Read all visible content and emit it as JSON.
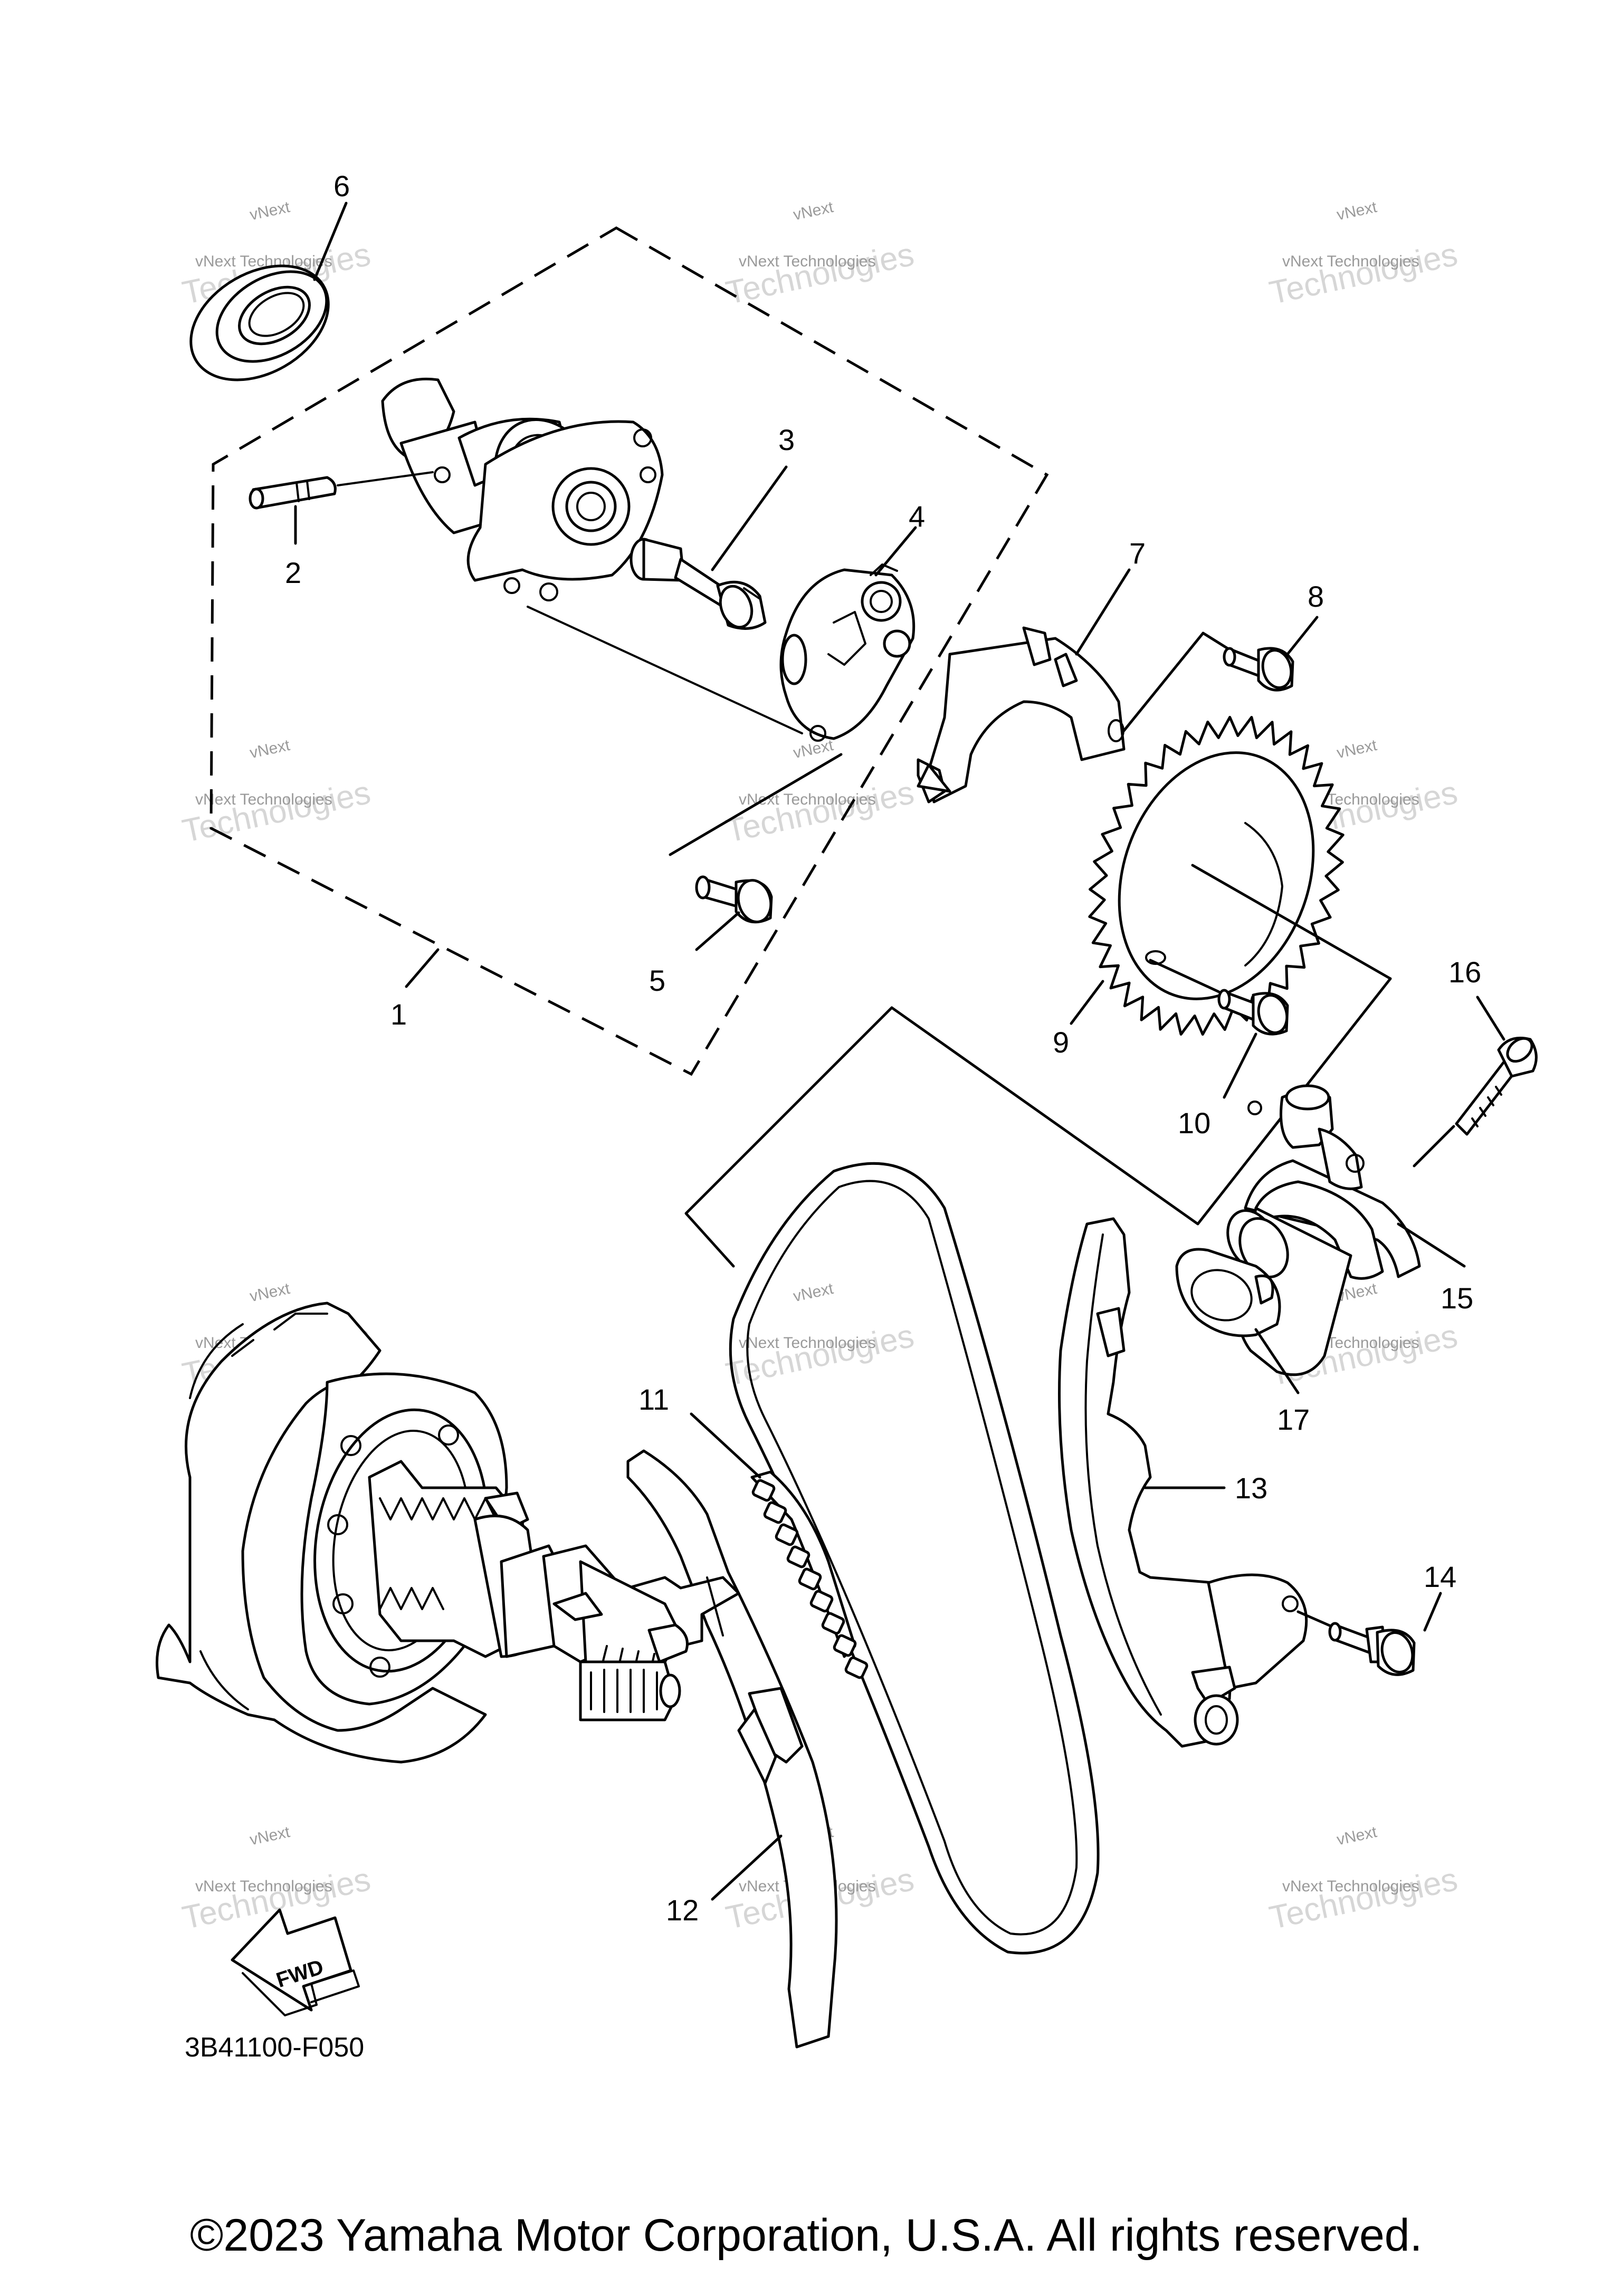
{
  "diagram": {
    "diagram_code": "3B41100-F050",
    "fwd_label": "FWD",
    "copyright": "©2023 Yamaha Motor Corporation, U.S.A. All rights reserved.",
    "watermark": {
      "line1": "vNext",
      "line2": "vNext Technologies",
      "line3": "Technologies"
    },
    "callouts": [
      {
        "id": "1",
        "label": "1"
      },
      {
        "id": "2",
        "label": "2"
      },
      {
        "id": "3",
        "label": "3"
      },
      {
        "id": "4",
        "label": "4"
      },
      {
        "id": "5",
        "label": "5"
      },
      {
        "id": "6",
        "label": "6"
      },
      {
        "id": "7",
        "label": "7"
      },
      {
        "id": "8",
        "label": "8"
      },
      {
        "id": "9",
        "label": "9"
      },
      {
        "id": "10",
        "label": "10"
      },
      {
        "id": "11",
        "label": "11"
      },
      {
        "id": "12",
        "label": "12"
      },
      {
        "id": "13",
        "label": "13"
      },
      {
        "id": "14",
        "label": "14"
      },
      {
        "id": "15",
        "label": "15"
      },
      {
        "id": "16",
        "label": "16"
      },
      {
        "id": "17",
        "label": "17"
      }
    ]
  }
}
